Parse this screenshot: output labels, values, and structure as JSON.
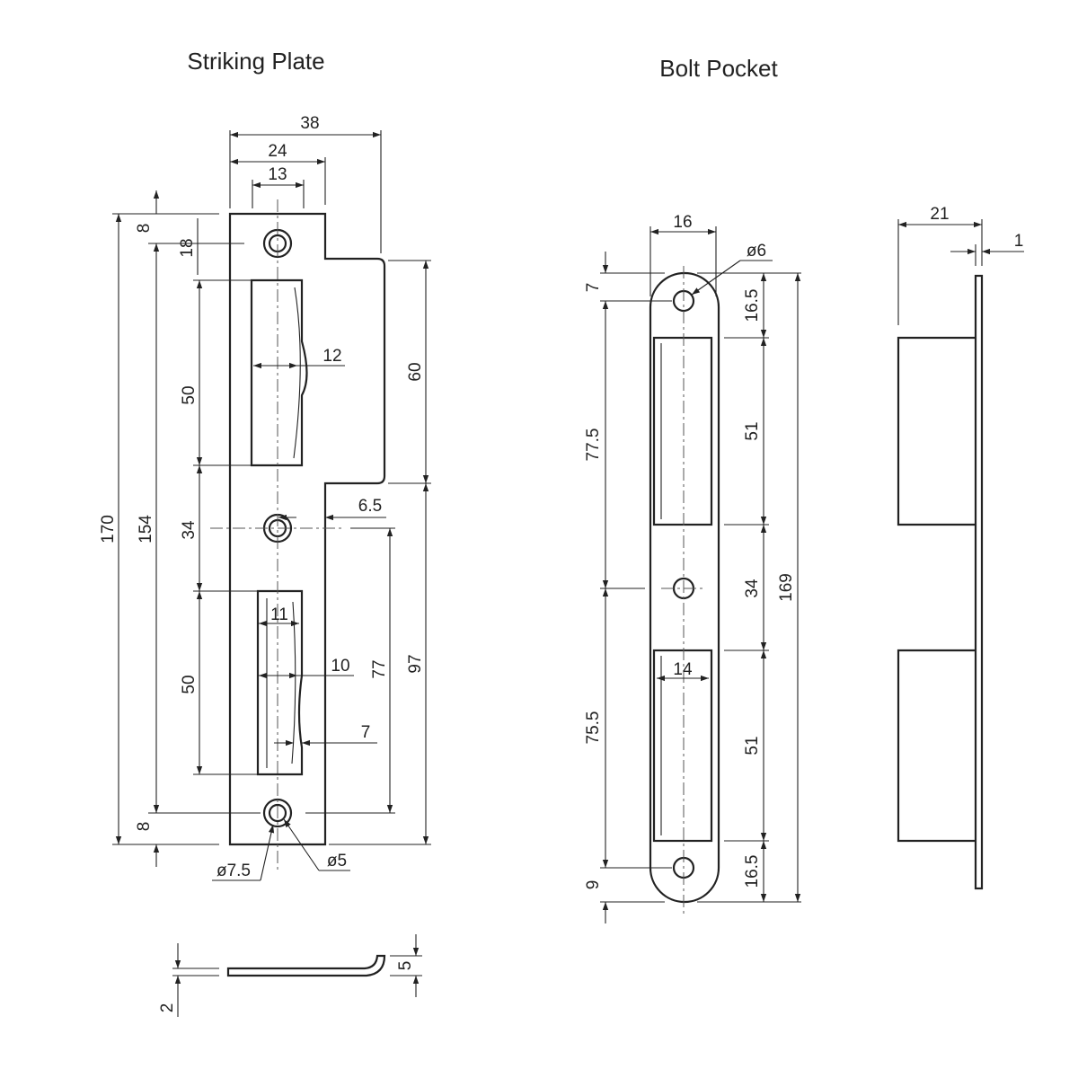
{
  "titles": {
    "striking_plate": "Striking Plate",
    "bolt_pocket": "Bolt Pocket"
  },
  "striking_plate": {
    "overall_width": "38",
    "width_24": "24",
    "width_13": "13",
    "top_8": "8",
    "dim_18": "18",
    "slot_upper": "50",
    "dim_12": "12",
    "dim_60": "60",
    "dim_34": "34",
    "dim_6_5": "6.5",
    "dim_170": "170",
    "dim_154": "154",
    "dim_11": "11",
    "dim_10": "10",
    "dim_77": "77",
    "dim_97": "97",
    "slot_lower": "50",
    "dim_7": "7",
    "bottom_8": "8",
    "hole_outer": "ø7.5",
    "hole_inner": "ø5",
    "thickness": "2",
    "lip_height": "5"
  },
  "bolt_pocket": {
    "width_16": "16",
    "hole_dia": "ø6",
    "top_7": "7",
    "dim_16_5_top": "16.5",
    "dim_77_5": "77.5",
    "slot_upper": "51",
    "dim_34": "34",
    "dim_169": "169",
    "dim_14": "14",
    "dim_75_5": "75.5",
    "slot_lower": "51",
    "bottom_9": "9",
    "dim_16_5_bottom": "16.5",
    "side_depth": "21",
    "side_thickness": "1"
  }
}
